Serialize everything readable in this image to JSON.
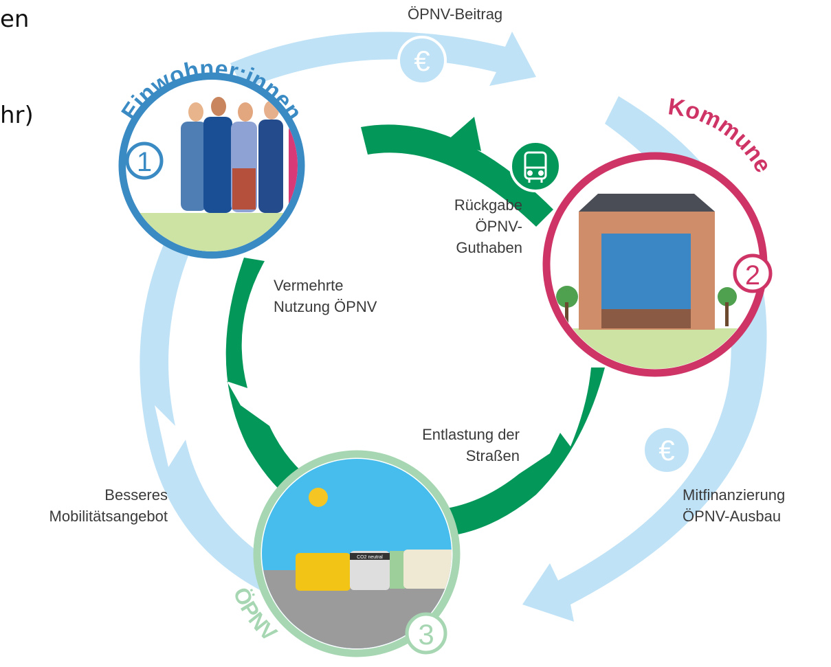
{
  "left_text_fragments": [
    "en",
    "hr)"
  ],
  "nodes": [
    {
      "number": "1",
      "title": "Einwohner:innen",
      "color": "#3a8ac4"
    },
    {
      "number": "2",
      "title": "Kommune",
      "color": "#cf3466"
    },
    {
      "number": "3",
      "title": "ÖPNV",
      "color": "#a6d7b2"
    }
  ],
  "outer_cycle": {
    "color": "#bfe2f6",
    "labels": {
      "top": "ÖPNV-Beitrag",
      "right": [
        "Mitfinanzierung",
        "ÖPNV-Ausbau"
      ],
      "left": [
        "Besseres",
        "Mobilitätsangebot"
      ]
    },
    "icons": [
      "euro-icon",
      "euro-icon"
    ]
  },
  "inner_cycle": {
    "color": "#04975a",
    "labels": {
      "top_right": [
        "Rückgabe",
        "ÖPNV-Guthaben"
      ],
      "left": [
        "Vermehrte",
        "Nutzung ÖPNV"
      ],
      "bottom": [
        "Entlastung der",
        "Straßen"
      ]
    },
    "icons": [
      "bus-icon"
    ]
  },
  "bus_sign": "CO2 neutral",
  "euro_symbol": "€"
}
